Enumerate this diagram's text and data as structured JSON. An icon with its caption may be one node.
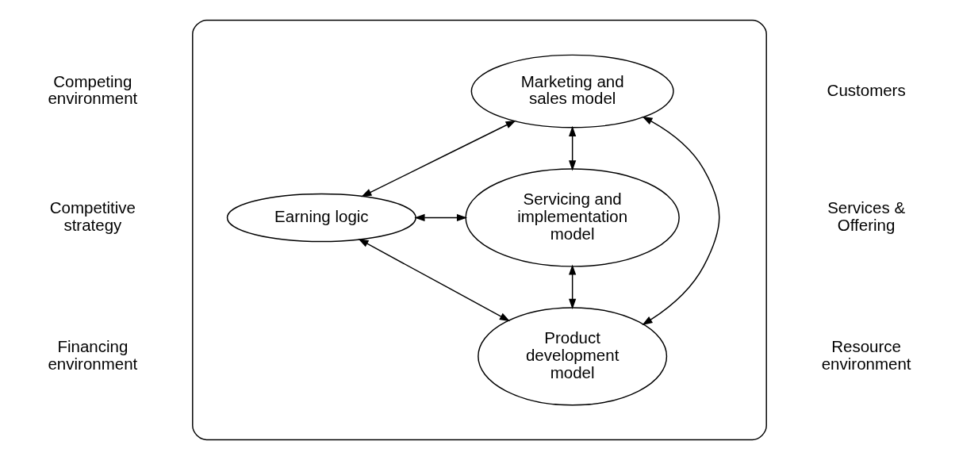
{
  "diagram": {
    "nodes": [
      {
        "text": [],
        "shape": "ellipse"
      },
      {
        "text": [
          "Marketing and sales model"
        ],
        "in": 0
      },
      {
        "text": [
          "Earning logic"
        ],
        "in": 0
      },
      {
        "text": [
          "Servicing and implementation model"
        ],
        "in": 0
      },
      {
        "text": [
          "Product development model"
        ],
        "in": 0
      }
    ],
    "edges": [
      {
        "from": 1,
        "to": 2,
        "arrow": "both"
      },
      {
        "from": 1,
        "to": 3,
        "arrow": "both"
      },
      {
        "from": 2,
        "to": 3,
        "arrow": "both"
      },
      {
        "from": 1,
        "to": 4,
        "arrow": "both"
      },
      {
        "from": 2,
        "to": 4,
        "arrow": "both"
      },
      {
        "from": 3,
        "to": 4,
        "arrow": "both"
      }
    ],
    "labels": [
      "Competing environment",
      "Customers",
      "Competitive strategy",
      "Services & Offering",
      "Financing environment",
      "Resource environment"
    ]
  }
}
